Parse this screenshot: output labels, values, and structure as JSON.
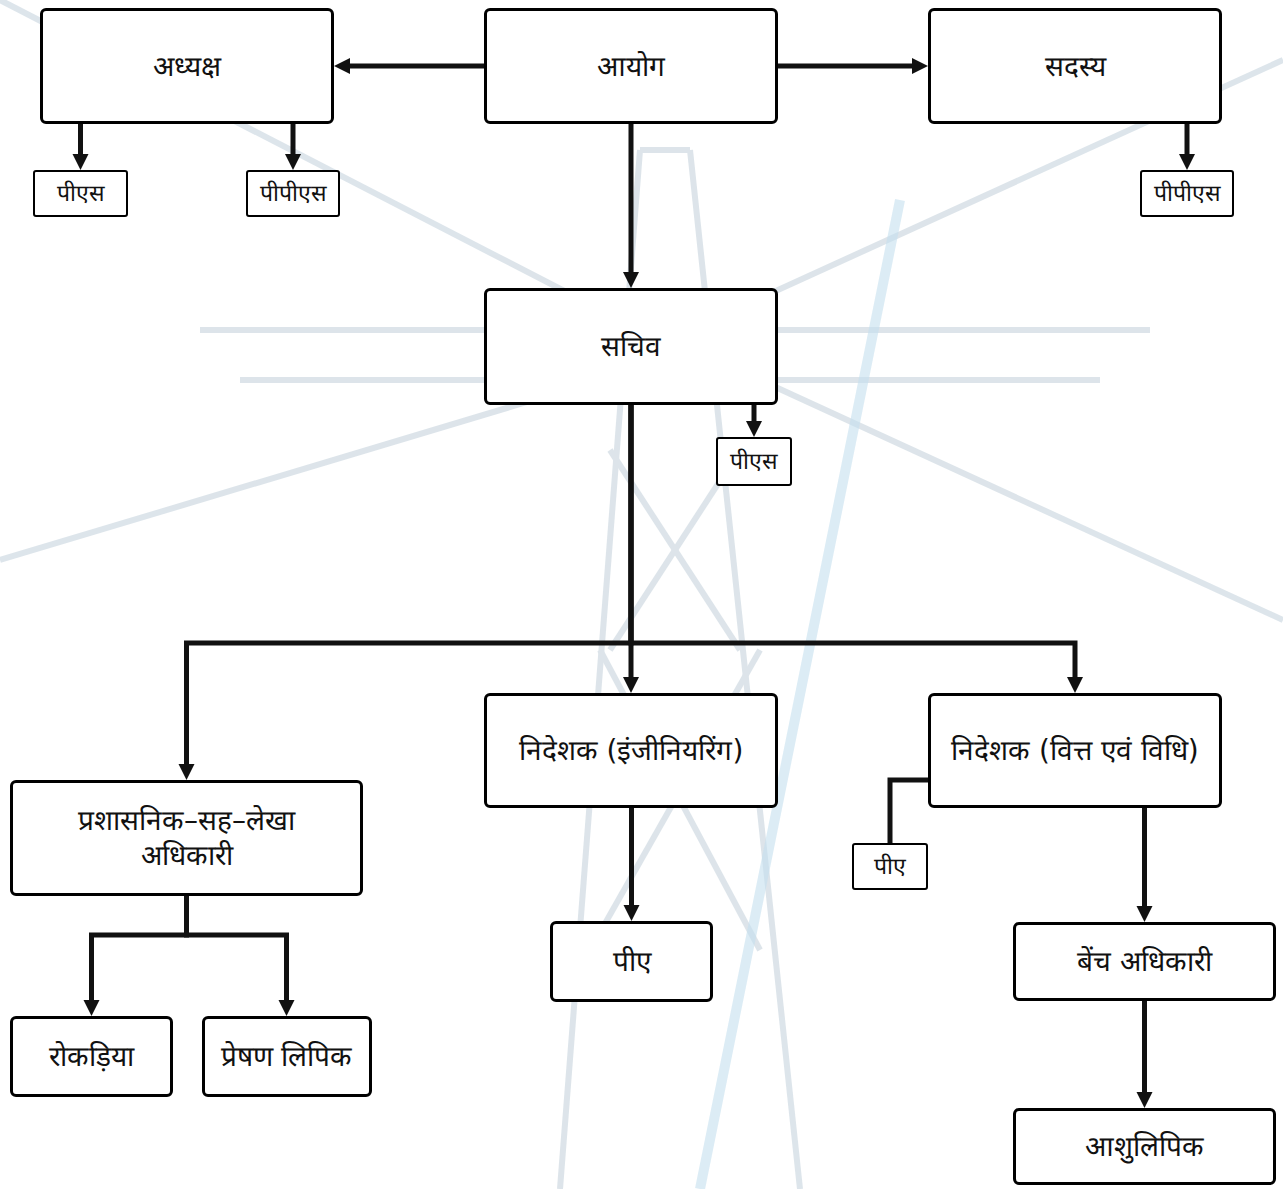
{
  "diagram": {
    "nodes": [
      {
        "text": [
          "अध्यक्ष"
        ]
      },
      {
        "text": [
          "आयोग"
        ]
      },
      {
        "text": [
          "सदस्य"
        ]
      },
      {
        "text": [
          "पीएस"
        ]
      },
      {
        "text": [
          "पीपीएस"
        ]
      },
      {
        "text": [
          "पीपीएस"
        ]
      },
      {
        "text": [
          "सचिव"
        ]
      },
      {
        "text": [
          "पीएस"
        ]
      },
      {
        "text": [
          "प्रशासनिक–सह–लेखा अधिकारी"
        ]
      },
      {
        "text": [
          "निदेशक (इंजीनियरिंग)"
        ]
      },
      {
        "text": [
          "निदेशक (वित्त एवं विधि)"
        ]
      },
      {
        "text": [
          "पीए"
        ]
      },
      {
        "text": [
          "पीए"
        ]
      },
      {
        "text": [
          "बेंच अधिकारी"
        ]
      },
      {
        "text": [
          "रोकड़िया"
        ]
      },
      {
        "text": [
          "प्रेषण लिपिक"
        ]
      },
      {
        "text": [
          "आशुलिपिक"
        ]
      }
    ],
    "edges": [
      {
        "from": 1,
        "to": 0,
        "arrow": "to"
      },
      {
        "from": 1,
        "to": 2,
        "arrow": "to"
      },
      {
        "from": 0,
        "to": 3,
        "arrow": "to"
      },
      {
        "from": 0,
        "to": 4,
        "arrow": "to"
      },
      {
        "from": 2,
        "to": 5,
        "arrow": "to"
      },
      {
        "from": 1,
        "to": 6,
        "arrow": "to"
      },
      {
        "from": 6,
        "to": 7,
        "arrow": "to"
      },
      {
        "from": 6,
        "to": 8,
        "arrow": "to"
      },
      {
        "from": 6,
        "to": 9,
        "arrow": "to"
      },
      {
        "from": 6,
        "to": 10,
        "arrow": "to"
      },
      {
        "from": 10,
        "to": 11,
        "arrow": "none"
      },
      {
        "from": 9,
        "to": 12,
        "arrow": "to"
      },
      {
        "from": 10,
        "to": 13,
        "arrow": "to"
      },
      {
        "from": 8,
        "to": 14,
        "arrow": "to"
      },
      {
        "from": 8,
        "to": 15,
        "arrow": "to"
      },
      {
        "from": 13,
        "to": 16,
        "arrow": "to"
      }
    ]
  }
}
